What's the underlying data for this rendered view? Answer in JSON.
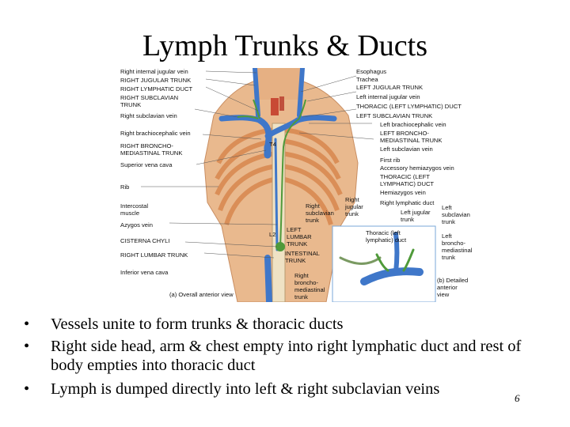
{
  "slide": {
    "title": "Lymph Trunks & Ducts",
    "page_number": "6",
    "bullets": [
      "Vessels unite to form trunks & thoracic ducts",
      "Right side head, arm & chest empty into right lymphatic duct and rest of body empties into thoracic duct",
      "Lymph is dumped directly into left & right subclavian veins"
    ]
  },
  "figure": {
    "left_labels": [
      "Right internal jugular vein",
      "RIGHT JUGULAR TRUNK",
      "RIGHT LYMPHATIC DUCT",
      "RIGHT SUBCLAVIAN\nTRUNK",
      "Right subclavian vein",
      "Right brachiocephalic vein",
      "RIGHT BRONCHO-\nMEDIASTINAL TRUNK",
      "Superior vena cava",
      "Rib",
      "Intercostal\nmuscle",
      "Azygos vein",
      "CISTERNA CHYLI",
      "RIGHT LUMBAR TRUNK",
      "Inferior vena cava"
    ],
    "right_labels": [
      "Esophagus",
      "Trachea",
      "LEFT JUGULAR TRUNK",
      "Left internal jugular vein",
      "THORACIC (LEFT LYMPHATIC) DUCT",
      "LEFT SUBCLAVIAN TRUNK",
      "Left brachiocephalic vein",
      "LEFT BRONCHO-\nMEDIASTINAL TRUNK",
      "Left subclavian vein",
      "First rib",
      "Accessory hemiazygos vein",
      "THORACIC (LEFT\nLYMPHATIC) DUCT",
      "Hemiazygos vein"
    ],
    "center_labels": {
      "t4": "T4",
      "l2": "L2",
      "left_lumbar": "LEFT\nLUMBAR\nTRUNK",
      "intestinal": "INTESTINAL\nTRUNK",
      "overall_caption": "(a) Overall anterior view"
    },
    "inset_labels": {
      "right_jugular": "Right\njugular\ntrunk",
      "right_subclavian": "Right\nsubclavian\ntrunk",
      "right_lymphatic": "Right lymphatic duct",
      "left_jugular": "Left jugular\ntrunk",
      "left_subclavian": "Left\nsubclavian\ntrunk",
      "thoracic": "Thoracic (left\nlymphatic) duct",
      "left_broncho": "Left\nbroncho-\nmediastinal\ntrunk",
      "right_broncho": "Right\nbroncho-\nmediastinal\ntrunk",
      "detail_caption": "(b) Detailed\nanterior\nview"
    },
    "colors": {
      "skin": "#e9b98e",
      "ribs": "#d98a52",
      "vessel": "#3f77c9",
      "lymph": "#4f9a3a",
      "trachea": "#c84a35"
    }
  }
}
